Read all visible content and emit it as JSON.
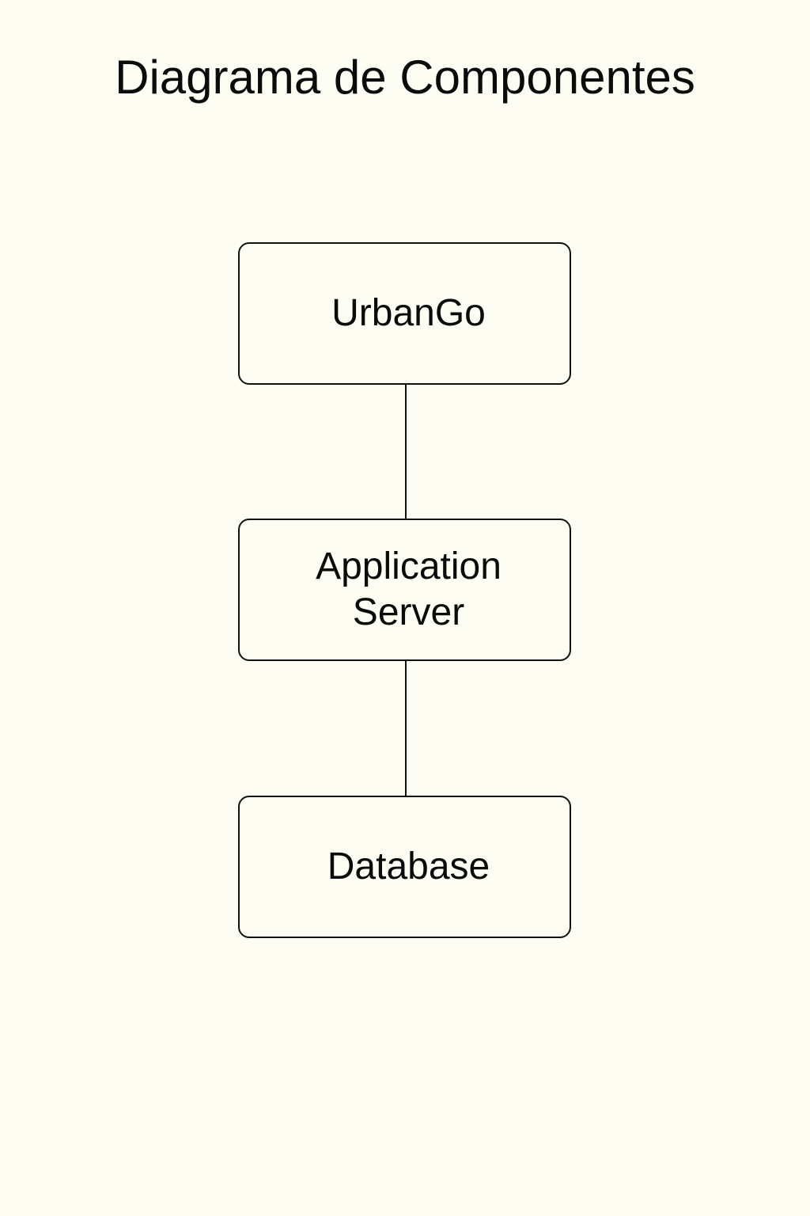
{
  "title": "Diagrama de Componentes",
  "nodes": [
    {
      "id": "urbango",
      "label": "UrbanGo"
    },
    {
      "id": "app-server",
      "label": "Application\nServer"
    },
    {
      "id": "database",
      "label": "Database"
    }
  ],
  "edges": [
    {
      "from": "urbango",
      "to": "app-server"
    },
    {
      "from": "app-server",
      "to": "database"
    }
  ],
  "colors": {
    "background": "#fdfdf3",
    "stroke": "#111111",
    "text": "#0b0b0b"
  }
}
